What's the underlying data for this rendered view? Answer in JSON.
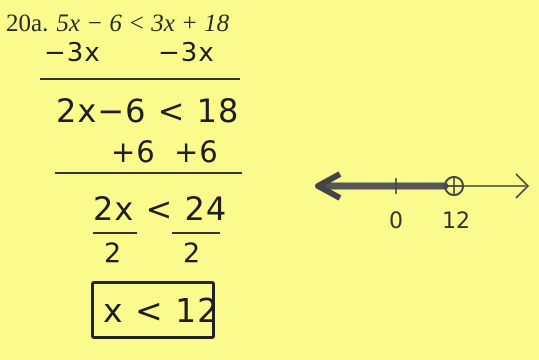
{
  "problem": {
    "number": "20a.",
    "equation": "5x − 6 < 3x + 18"
  },
  "work": {
    "step1_left": "−3x",
    "step1_right": "−3x",
    "step2": "2x−6 < 18",
    "step3_left": "+6",
    "step3_right": "+6",
    "step4": "2x < 24",
    "step5_left": "2",
    "step5_right": "2",
    "answer": "x < 12"
  },
  "number_line": {
    "label_zero": "0",
    "label_point": "12",
    "point_value": 12,
    "point_type": "open-circle",
    "direction": "left",
    "ink_color": "#555555"
  },
  "colors": {
    "paper": "#fbfa8c",
    "ink": "#1e1e1e"
  }
}
